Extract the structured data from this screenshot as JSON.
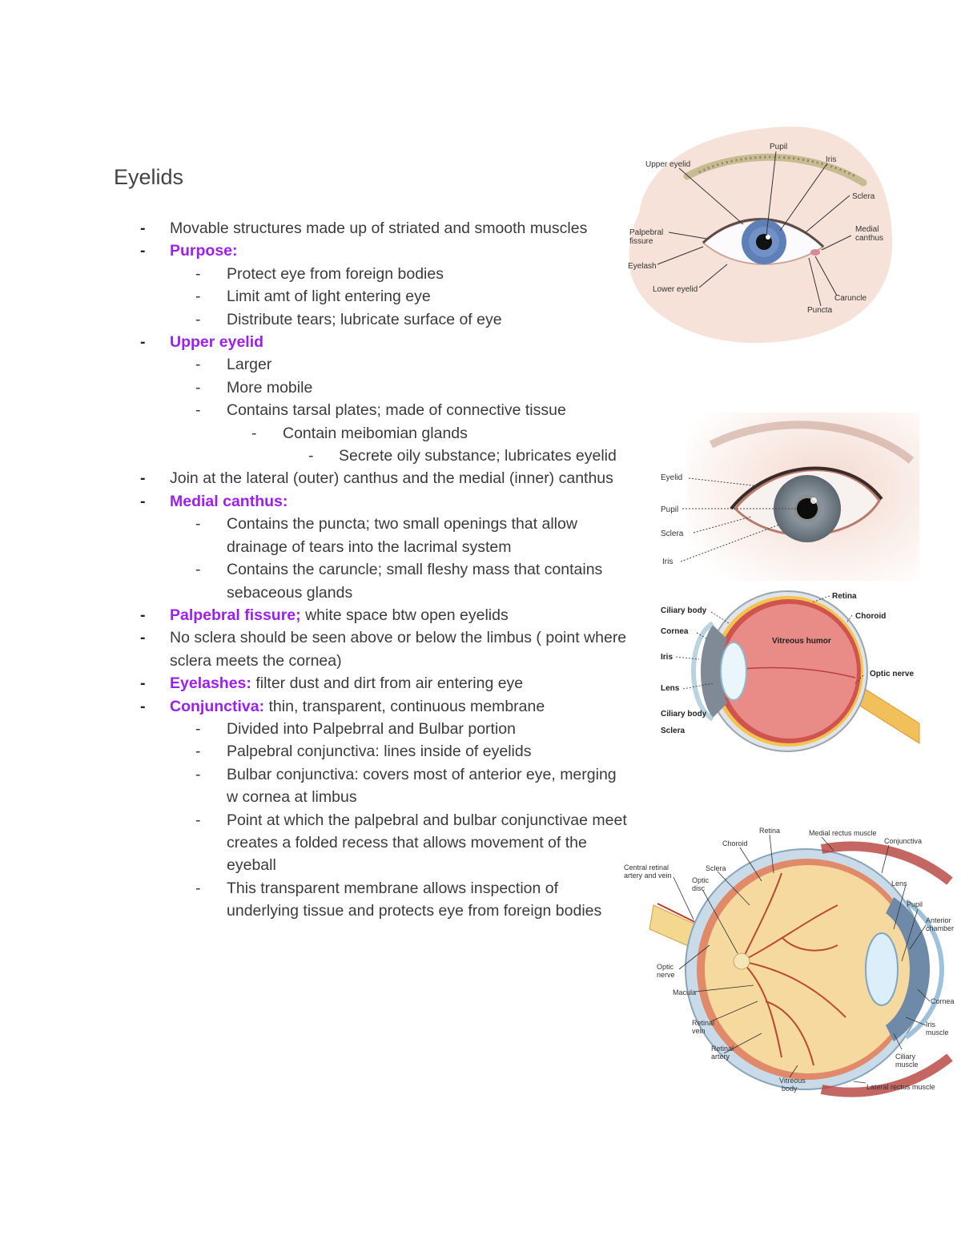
{
  "title": "Eyelids",
  "notes": {
    "movable": "Movable structures made up of striated and smooth muscles",
    "purpose": {
      "heading": "Purpose:",
      "items": [
        "Protect eye from foreign bodies",
        "Limit amt of light entering eye",
        "Distribute tears; lubricate surface of eye"
      ]
    },
    "upper_eyelid": {
      "heading": "Upper eyelid",
      "items": [
        "Larger",
        "More mobile",
        "Contains tarsal plates; made of connective tissue"
      ],
      "sub": "Contain meibomian glands",
      "subsub": "Secrete oily substance; lubricates eyelid"
    },
    "join": "Join at the lateral (outer) canthus and the medial (inner) canthus",
    "medial_canthus": {
      "heading": "Medial canthus:",
      "items": [
        "Contains the puncta; two small openings that allow drainage of tears into the lacrimal system",
        "Contains the caruncle; small fleshy mass that contains sebaceous glands"
      ]
    },
    "palpebral_fissure": {
      "heading": "Palpebral fissure;",
      "text": " white space btw open eyelids"
    },
    "no_sclera": "No sclera should be seen above or below the limbus ( point where sclera meets the cornea)",
    "eyelashes": {
      "heading": "Eyelashes:",
      "text": " filter dust and dirt from air entering eye"
    },
    "conjunctiva": {
      "heading": "Conjunctiva:",
      "text": " thin, transparent, continuous membrane",
      "items": [
        "Divided into Palpebrral and Bulbar portion",
        "Palpebral conjunctiva: lines inside of eyelids",
        "Bulbar conjunctiva: covers most of anterior eye, merging w cornea at limbus",
        "Point at which the palpebral and bulbar conjunctivae meet creates a folded recess that allows movement of the eyeball",
        "This transparent membrane allows inspection of underlying tissue and protects eye from foreign bodies"
      ]
    }
  },
  "figure1": {
    "labels": {
      "pupil": "Pupil",
      "iris": "Iris",
      "upper_eyelid": "Upper eyelid",
      "sclera": "Sclera",
      "palpebral_1": "Palpebral",
      "palpebral_2": "fissure",
      "medial_1": "Medial",
      "medial_2": "canthus",
      "eyelash": "Eyelash",
      "lower_eyelid": "Lower eyelid",
      "caruncle": "Caruncle",
      "puncta": "Puncta"
    }
  },
  "figure2": {
    "labels": {
      "eyelid": "Eyelid",
      "pupil": "Pupil",
      "sclera": "Sclera",
      "iris": "Iris"
    }
  },
  "figure3": {
    "labels": {
      "retina": "Retina",
      "ciliary_body_top": "Ciliary body",
      "choroid": "Choroid",
      "cornea": "Cornea",
      "vitreous": "Vitreous humor",
      "iris": "Iris",
      "optic_nerve": "Optic nerve",
      "lens": "Lens",
      "ciliary_body_bottom": "Ciliary body",
      "sclera": "Sclera"
    }
  },
  "figure4": {
    "labels": {
      "retina": "Retina",
      "medial_rectus": "Medial rectus muscle",
      "choroid": "Choroid",
      "conjunctiva": "Conjunctiva",
      "central_retinal_1": "Central retinal",
      "central_retinal_2": "artery and vein",
      "sclera": "Sclera",
      "optic_disc_1": "Optic",
      "optic_disc_2": "disc",
      "lens": "Lens",
      "pupil": "Pupil",
      "anterior_1": "Anterior",
      "anterior_2": "chamber",
      "optic_nerve_1": "Optic",
      "optic_nerve_2": "nerve",
      "macula": "Macula",
      "cornea": "Cornea",
      "retinal_vein_1": "Retinal",
      "retinal_vein_2": "vein",
      "iris_muscle_1": "Iris",
      "iris_muscle_2": "muscle",
      "retinal_artery_1": "Retinal",
      "retinal_artery_2": "artery",
      "ciliary_muscle_1": "Ciliary",
      "ciliary_muscle_2": "muscle",
      "vitreous_1": "Vitreous",
      "vitreous_2": "body",
      "lateral_rectus": "Lateral rectus muscle"
    }
  }
}
